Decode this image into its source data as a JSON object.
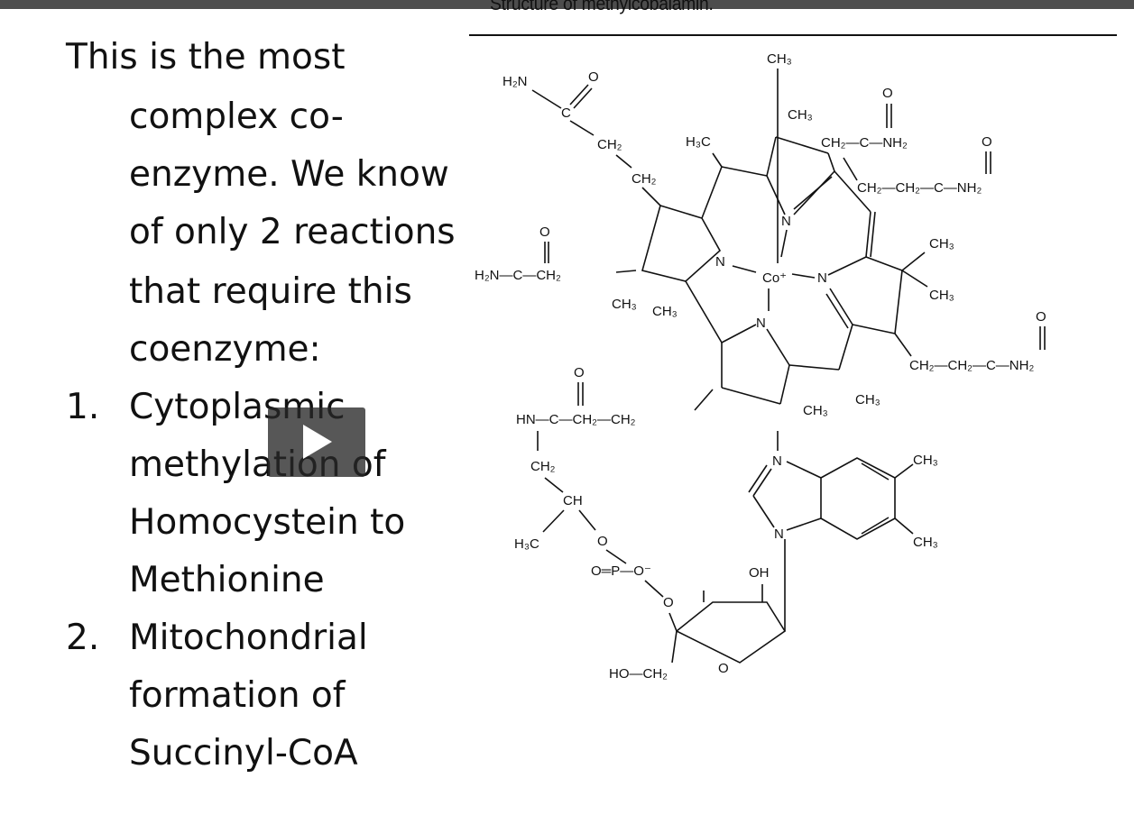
{
  "figure": {
    "caption": "Structure of methylcobalamin."
  },
  "slide": {
    "lines": [
      "This is the most",
      "complex co-",
      "enzyme. We know",
      "of only 2 reactions",
      "that require this",
      "coenzyme:"
    ],
    "list": [
      {
        "num": "1.",
        "lines": [
          "Cytoplasmic",
          "methylation of",
          "Homocystein to",
          "Methionine"
        ]
      },
      {
        "num": "2.",
        "lines": [
          "Mitochondrial",
          "formation of",
          "Succinyl-CoA"
        ]
      }
    ]
  },
  "video": {
    "control": "play"
  },
  "molecule": {
    "labels": {
      "h2n_top": "H₂N",
      "o_top": "O",
      "c_top": "C",
      "ch2_a": "CH₂",
      "ch2_b": "CH₂",
      "h2n_left": "H₂N—C—CH₂",
      "o_left": "O",
      "ch3_l1": "CH₃",
      "ch3_l2": "CH₃",
      "h3c_top": "H₃C",
      "ch3_axial": "CH₃",
      "ch3_top": "CH₃",
      "ch2_right": "CH₂—C—NH₂",
      "o_right1": "O",
      "o_right2": "O",
      "ch2ch2_right": "CH₂—CH₂—C—NH₂",
      "n_top": "N",
      "n_left": "N",
      "co": "Co⁺",
      "n_right": "N",
      "n_bottom": "N",
      "ch3_r1": "CH₃",
      "ch3_r2": "CH₃",
      "ch2ch2_right2": "CH₂—CH₂—C—NH₂",
      "o_right3": "O",
      "ch3_bot1": "CH₃",
      "ch3_bot2": "CH₃",
      "hn_chain": "HN—C—CH₂—CH₂",
      "o_hn": "O",
      "ch2_c": "CH₂",
      "ch": "CH",
      "h3c_bot": "H₃C",
      "o_link": "O",
      "phosphate": "O═P—O⁻",
      "o_link2": "O",
      "n_bz1": "N",
      "n_bz2": "N",
      "ch3_bz1": "CH₃",
      "ch3_bz2": "CH₃",
      "oh": "OH",
      "ho_ch2": "HO—CH₂",
      "o_ring": "O"
    }
  }
}
